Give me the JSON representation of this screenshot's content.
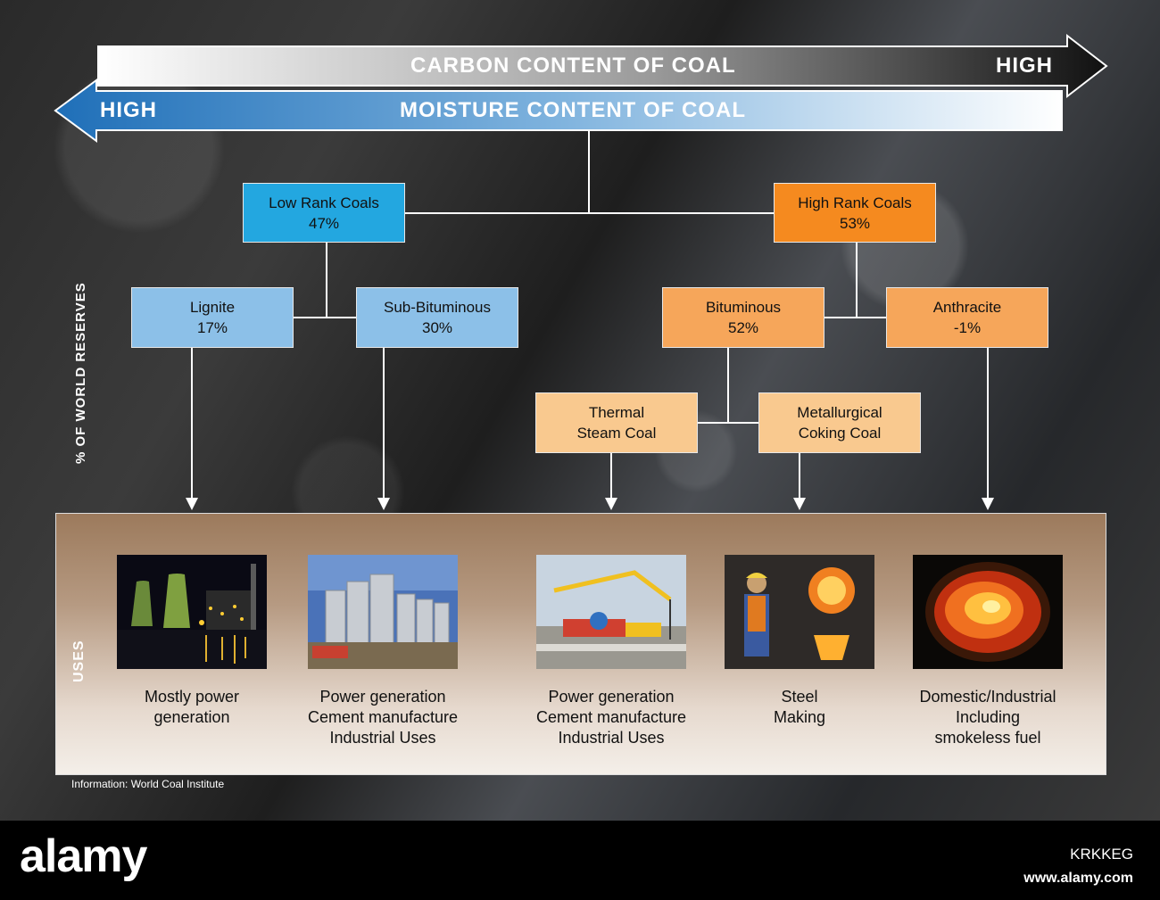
{
  "arrows": {
    "carbon": {
      "label": "CARBON CONTENT OF COAL",
      "end_label": "HIGH"
    },
    "moisture": {
      "label": "MOISTURE CONTENT OF COAL",
      "end_label": "HIGH"
    }
  },
  "side_labels": {
    "reserves": "% OF WORLD RESERVES",
    "uses": "USES"
  },
  "nodes": {
    "low_rank": {
      "name": "Low Rank Coals",
      "value": "47%"
    },
    "high_rank": {
      "name": "High Rank Coals",
      "value": "53%"
    },
    "lignite": {
      "name": "Lignite",
      "value": "17%"
    },
    "sub_bituminous": {
      "name": "Sub-Bituminous",
      "value": "30%"
    },
    "bituminous": {
      "name": "Bituminous",
      "value": "52%"
    },
    "anthracite": {
      "name": "Anthracite",
      "value": "-1%"
    },
    "thermal": {
      "line1": "Thermal",
      "line2": "Steam Coal"
    },
    "metallurgical": {
      "line1": "Metallurgical",
      "line2": "Coking Coal"
    }
  },
  "uses": [
    {
      "lines": [
        "Mostly power",
        "generation"
      ],
      "image": "power-plant-night"
    },
    {
      "lines": [
        "Power generation",
        "Cement manufacture",
        "Industrial Uses"
      ],
      "image": "cement-silos"
    },
    {
      "lines": [
        "Power generation",
        "Cement manufacture",
        "Industrial Uses"
      ],
      "image": "concrete-pump"
    },
    {
      "lines": [
        "Steel",
        "Making"
      ],
      "image": "steel-furnace"
    },
    {
      "lines": [
        "Domestic/Industrial",
        "Including",
        "smokeless fuel"
      ],
      "image": "fire-flames"
    }
  ],
  "source": "Information: World Coal Institute",
  "watermark": {
    "brand": "alamy",
    "id": "KRKKEG",
    "url": "www.alamy.com"
  },
  "colors": {
    "low_rank": "#23a7e0",
    "low_sub": "#8cc0e8",
    "high_rank": "#f58a1f",
    "high_sub": "#f6a65a",
    "high_sub2": "#f9c98f",
    "moisture_arrow": "#1f6fb8"
  }
}
